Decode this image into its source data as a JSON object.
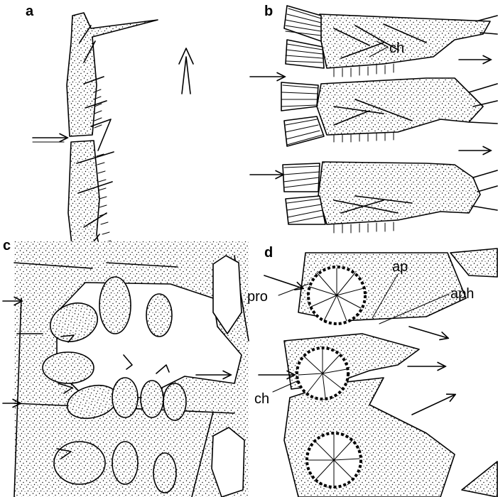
{
  "figure": {
    "panels": [
      {
        "letter": "a",
        "labels": []
      },
      {
        "letter": "b",
        "labels": [
          "ch"
        ]
      },
      {
        "letter": "c",
        "labels": []
      },
      {
        "letter": "d",
        "labels": [
          "ap",
          "pro",
          "aph",
          "ch"
        ]
      }
    ]
  },
  "colors": {
    "ink": "#000000",
    "paper": "#ffffff"
  }
}
